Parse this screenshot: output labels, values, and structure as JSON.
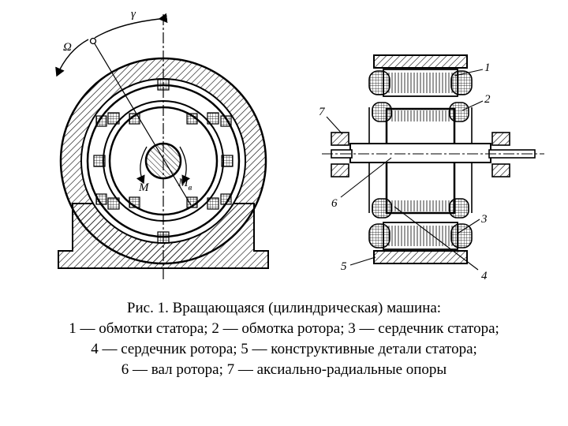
{
  "figure": {
    "labels": {
      "gamma": "γ",
      "omega": "Ω",
      "moment": "M",
      "moment_b": "M",
      "moment_b_sub": "в",
      "n1": "1",
      "n2": "2",
      "n3": "3",
      "n4": "4",
      "n5": "5",
      "n6": "6",
      "n7": "7"
    },
    "line_color": "#000000",
    "hatch_color": "#000000"
  },
  "caption": {
    "line1": "Рис. 1. Вращающаяся (цилиндрическая) машина:",
    "line2": "1 — обмотки статора; 2 — обмотка ротора; 3 — сердечник статора;",
    "line3": "4 — сердечник ротора; 5 — конструктивные детали статора;",
    "line4": "6 — вал ротора; 7 — аксиально-радиальные опоры"
  }
}
